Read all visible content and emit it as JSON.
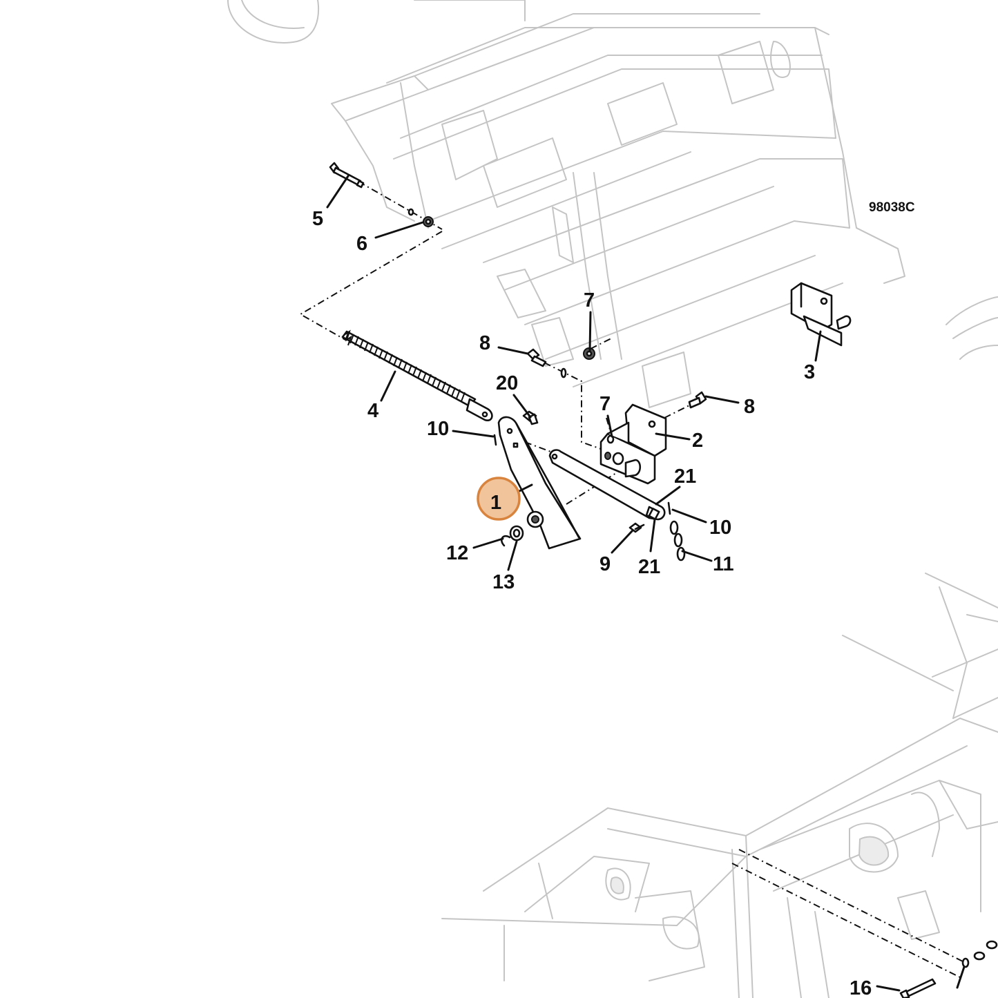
{
  "diagram": {
    "drawing_code": "98038C",
    "highlight_color": "#f2c49b",
    "highlight_border": "#d9843e",
    "callouts": {
      "c1": "1",
      "c2": "2",
      "c3": "3",
      "c4": "4",
      "c5": "5",
      "c6": "6",
      "c7a": "7",
      "c7b": "7",
      "c8a": "8",
      "c8b": "8",
      "c9": "9",
      "c10a": "10",
      "c10b": "10",
      "c11": "11",
      "c12": "12",
      "c13": "13",
      "c16": "16",
      "c20": "20",
      "c21a": "21",
      "c21b": "21"
    }
  }
}
